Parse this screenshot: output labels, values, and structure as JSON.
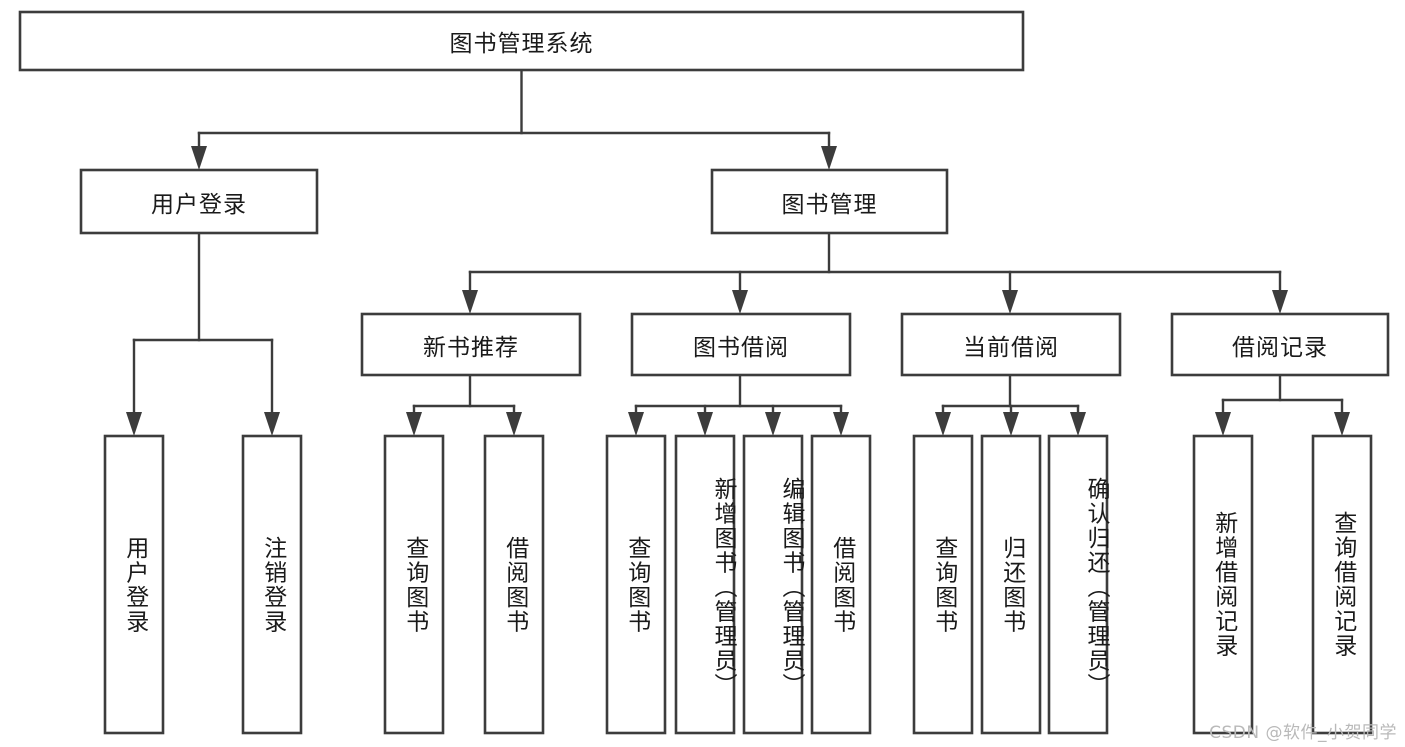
{
  "diagram": {
    "type": "tree-hierarchy",
    "title": "图书管理系统",
    "orientation": "top-down",
    "watermark": "CSDN @软件_小贺同学",
    "colors": {
      "box_stroke": "#3c3c3c",
      "box_fill": "#ffffff",
      "connector": "#3c3c3c",
      "text": "#1a1a1a",
      "background": "#ffffff",
      "watermark": "#b9b9b9"
    },
    "root": {
      "label": "图书管理系统"
    },
    "level2": [
      {
        "label": "用户登录"
      },
      {
        "label": "图书管理"
      }
    ],
    "level3": [
      {
        "label": "新书推荐"
      },
      {
        "label": "图书借阅"
      },
      {
        "label": "当前借阅"
      },
      {
        "label": "借阅记录"
      }
    ],
    "leaves_user_login": [
      {
        "label": "用户登录"
      },
      {
        "label": "注销登录"
      }
    ],
    "leaves_new_book": [
      {
        "label": "查询图书"
      },
      {
        "label": "借阅图书"
      }
    ],
    "leaves_book_borrow": [
      {
        "label": "查询图书"
      },
      {
        "label": "新增图书（管理员）"
      },
      {
        "label": "编辑图书（管理员）"
      },
      {
        "label": "借阅图书"
      }
    ],
    "leaves_current_borrow": [
      {
        "label": "查询图书"
      },
      {
        "label": "归还图书"
      },
      {
        "label": "确认归还（管理员）"
      }
    ],
    "leaves_borrow_record": [
      {
        "label": "新增借阅记录"
      },
      {
        "label": "查询借阅记录"
      }
    ]
  }
}
